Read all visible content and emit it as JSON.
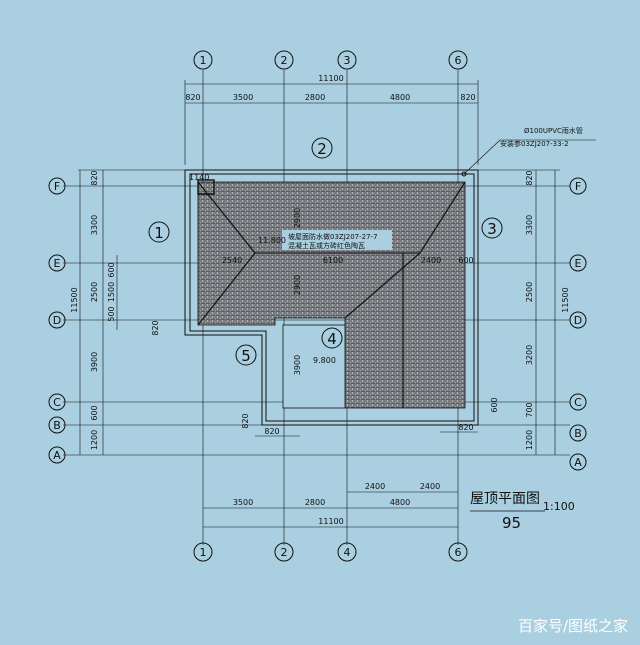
{
  "drawing": {
    "grid_axes_vertical": [
      "1",
      "2",
      "3",
      "6"
    ],
    "grid_axes_vertical_bottom": [
      "1",
      "2",
      "4",
      "6"
    ],
    "grid_axes_horizontal": [
      "F",
      "E",
      "D",
      "C",
      "B",
      "A"
    ],
    "top_total": "11100",
    "top_segments": [
      "820",
      "3500",
      "2800",
      "4800",
      "820"
    ],
    "bottom_segments": [
      "3500",
      "2800",
      "4800"
    ],
    "bottom_total": "11100",
    "bottom_sub": [
      "2400",
      "2400"
    ],
    "left_segments": [
      "820",
      "3300",
      "2500",
      "3900",
      "600",
      "1200"
    ],
    "left_inner": [
      "600",
      "1500",
      "500"
    ],
    "left_total": "11500",
    "right_segments": [
      "820",
      "3300",
      "2500",
      "3200",
      "700",
      "600",
      "1200"
    ],
    "right_total": "11500",
    "roof_dims": [
      "2900",
      "2900",
      "2540",
      "6100",
      "2400",
      "3900",
      "820",
      "820",
      "820",
      "820",
      "600"
    ],
    "callouts": [
      "1",
      "2",
      "3",
      "4",
      "5"
    ],
    "note_pipe": "Ø100UPVC雨水管",
    "note_install": "安装参03ZJ207-33-2",
    "note_roof_line1": "坡屋面防水做03ZJ207-27-7",
    "note_roof_line2": "混凝土瓦或方砖红色陶瓦",
    "elev_1": "11.800",
    "elev_2": "9.800",
    "corner_label": "1140",
    "title": "屋顶平面图",
    "scale": "1:100",
    "page_number": "95",
    "watermark": "百家号/图纸之家"
  }
}
